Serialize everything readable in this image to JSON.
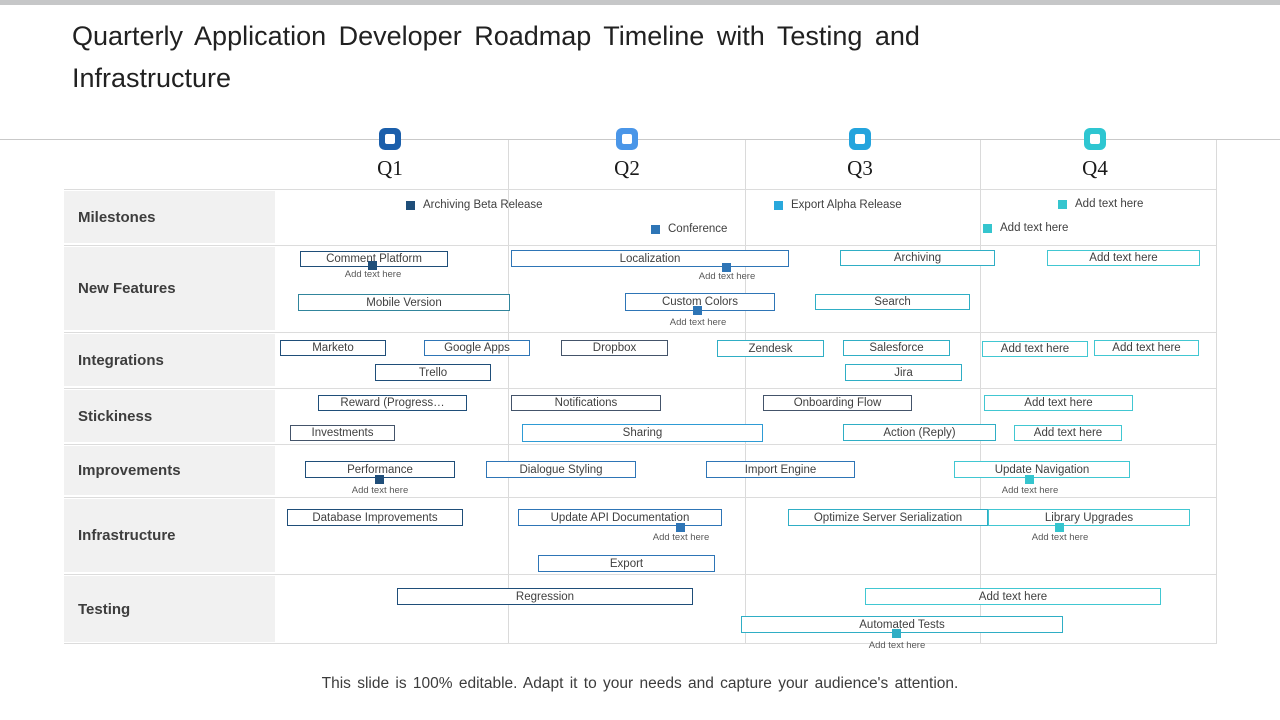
{
  "title": "Quarterly Application Developer Roadmap Timeline with Testing and Infrastructure",
  "footer": "This slide is 100% editable. Adapt it to your needs and capture your audience's attention.",
  "quarters": {
    "q1": "Q1",
    "q2": "Q2",
    "q3": "Q3",
    "q4": "Q4"
  },
  "row_labels": {
    "milestones": "Milestones",
    "new_features": "New Features",
    "integrations": "Integrations",
    "stickiness": "Stickiness",
    "improvements": "Improvements",
    "infrastructure": "Infrastructure",
    "testing": "Testing"
  },
  "captions": {
    "add_text": "Add text here"
  },
  "milestones": {
    "m1": "Archiving Beta Release",
    "m2": "Conference",
    "m3": "Export Alpha Release",
    "m4": "Add text here",
    "m5": "Add text here"
  },
  "new_features": {
    "comment_platform": "Comment Platform",
    "mobile_version": "Mobile Version",
    "localization": "Localization",
    "custom_colors": "Custom Colors",
    "archiving": "Archiving",
    "search": "Search",
    "add1": "Add text here"
  },
  "integrations": {
    "marketo": "Marketo",
    "google_apps": "Google Apps",
    "dropbox": "Dropbox",
    "zendesk": "Zendesk",
    "salesforce": "Salesforce",
    "add1": "Add text here",
    "add2": "Add text here",
    "trello": "Trello",
    "jira": "Jira"
  },
  "stickiness": {
    "reward": "Reward (Progress…",
    "notifications": "Notifications",
    "onboarding": "Onboarding Flow",
    "add1": "Add text here",
    "investments": "Investments",
    "sharing": "Sharing",
    "action": "Action (Reply)",
    "add2": "Add text here"
  },
  "improvements": {
    "performance": "Performance",
    "dialogue": "Dialogue Styling",
    "import_engine": "Import Engine",
    "update_nav": "Update Navigation"
  },
  "infrastructure": {
    "database": "Database Improvements",
    "update_api": "Update API Documentation",
    "optimize": "Optimize Server Serialization",
    "library": "Library Upgrades",
    "export": "Export"
  },
  "testing": {
    "regression": "Regression",
    "add1": "Add text here",
    "automated": "Automated Tests"
  },
  "colors": {
    "navy": "#1F4E79",
    "blue": "#2E75B6",
    "steel": "#44546A",
    "bright_blue": "#2E9BD5",
    "teal": "#2FAEC5",
    "cyan": "#41C7D2",
    "dark_teal": "#31859C",
    "q1_icon": "#1B5FAB",
    "q2_icon": "#4A96E8",
    "q3_icon": "#24A4DD",
    "q4_icon": "#2EC6D1",
    "marker_skyblue": "#29A8DC",
    "marker_cyan": "#35C5CE"
  }
}
